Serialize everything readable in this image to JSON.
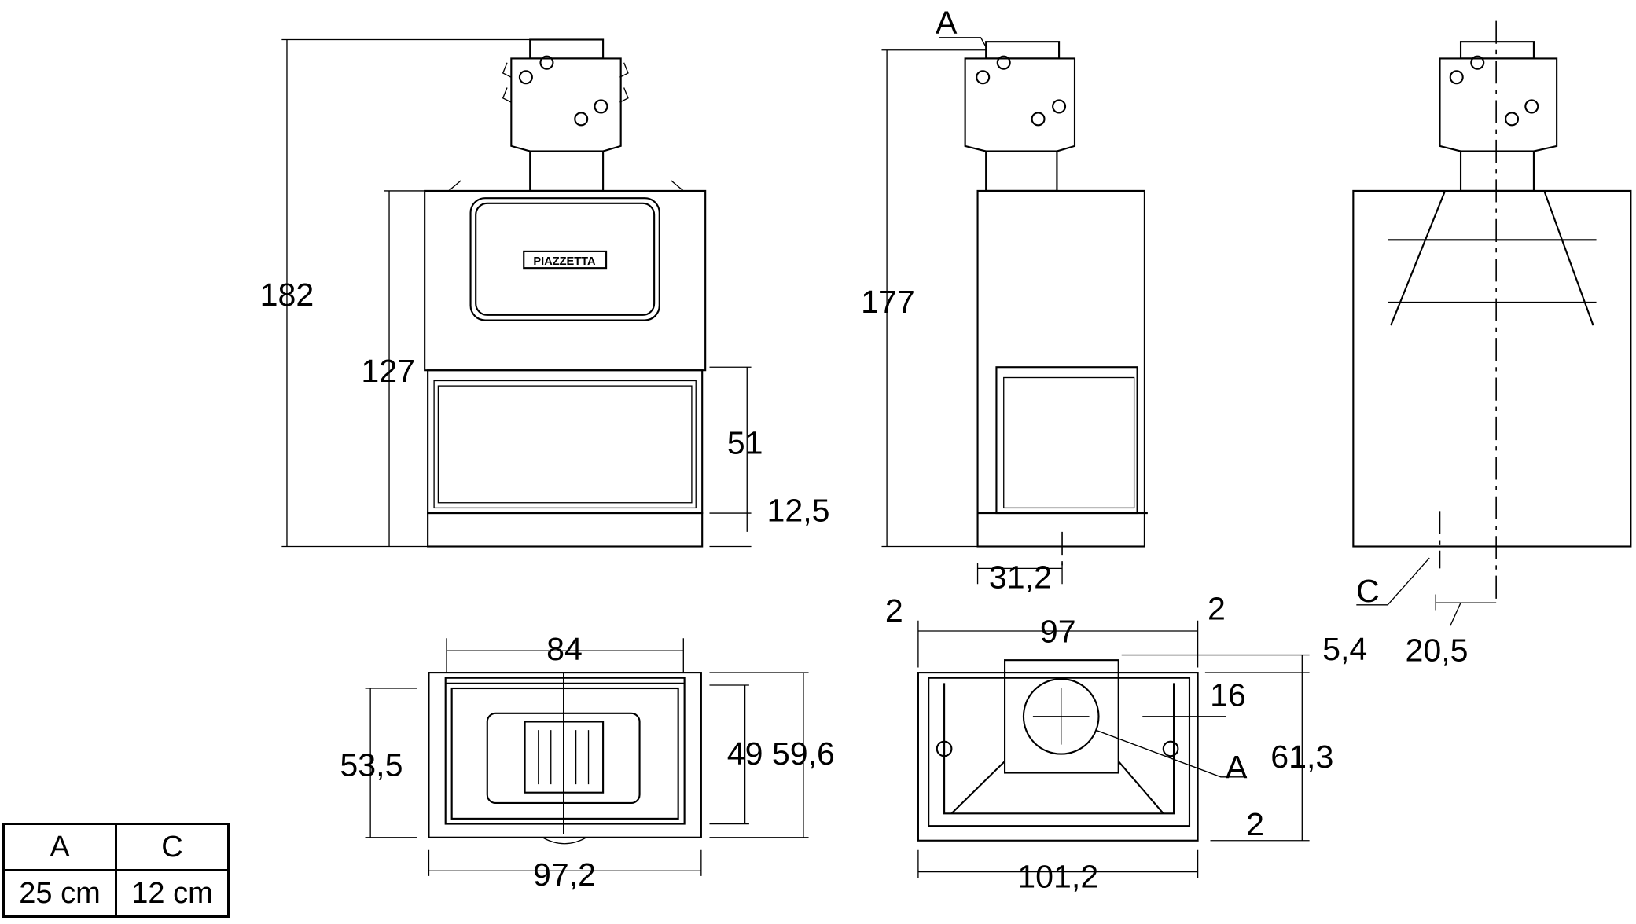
{
  "front_view": {
    "logo": "PIAZZETTA",
    "dim_total_height": "182",
    "dim_body_height": "127",
    "dim_opening_height": "51",
    "dim_base_height": "12,5"
  },
  "side_view": {
    "label_a": "A",
    "dim_total_height": "177",
    "dim_offset": "31,2"
  },
  "back_view": {
    "label_c": "C",
    "dim_offset": "20,5"
  },
  "top_view_left": {
    "dim_top_width": "84",
    "dim_depth_left": "53,5",
    "dim_depth_inner": "49",
    "dim_depth_total": "59,6",
    "dim_total_width": "97,2"
  },
  "top_view_right": {
    "dim_left_gap": "2",
    "dim_inner_width": "97",
    "dim_right_gap": "2",
    "dim_top_offset": "5,4",
    "dim_flue_offset": "16",
    "label_a": "A",
    "dim_depth": "61,3",
    "dim_bottom_gap": "2",
    "dim_total_width": "101,2"
  },
  "legend_table": {
    "headers": [
      "A",
      "C"
    ],
    "values": [
      "25 cm",
      "12 cm"
    ]
  }
}
